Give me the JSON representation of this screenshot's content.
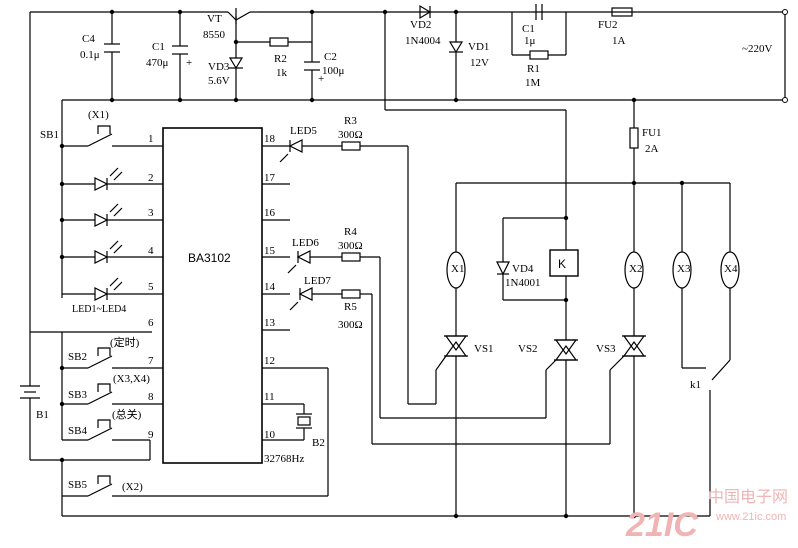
{
  "ic": {
    "name": "BA3102",
    "pins_left": [
      "1",
      "2",
      "3",
      "4",
      "5",
      "6",
      "7",
      "8",
      "9"
    ],
    "pins_right": [
      "18",
      "17",
      "16",
      "15",
      "14",
      "13",
      "12",
      "11",
      "10"
    ]
  },
  "supply": {
    "ac": "~220V",
    "fu2_name": "FU2",
    "fu2_val": "1A",
    "fu1_name": "FU1",
    "fu1_val": "2A"
  },
  "caps": {
    "c4": {
      "name": "C4",
      "val": "0.1μ"
    },
    "c1": {
      "name": "C1",
      "val": "470μ"
    },
    "c2": {
      "name": "C2",
      "val": "100μ"
    },
    "c1b": {
      "name": "C1",
      "val": "1μ"
    }
  },
  "vt": {
    "name": "VT",
    "val": "8550"
  },
  "r": {
    "r2": {
      "name": "R2",
      "val": "1k"
    },
    "r1": {
      "name": "R1",
      "val": "1M"
    },
    "r3": {
      "name": "R3",
      "val": "300Ω"
    },
    "r4": {
      "name": "R4",
      "val": "300Ω"
    },
    "r5": {
      "name": "R5",
      "val": "300Ω"
    }
  },
  "diodes": {
    "vd3": {
      "name": "VD3",
      "val": "5.6V"
    },
    "vd2": {
      "name": "VD2",
      "val": "1N4004"
    },
    "vd1": {
      "name": "VD1",
      "val": "12V"
    },
    "vd4": {
      "name": "VD4",
      "val": "1N4001"
    }
  },
  "leds": {
    "led5": "LED5",
    "led6": "LED6",
    "led7": "LED7",
    "group": "LED1~LED4"
  },
  "switches": {
    "sb1": "SB1",
    "sb1_tag": "(X1)",
    "sb2": "SB2",
    "sb2_tag": "(定时)",
    "sb3": "SB3",
    "sb3_tag": "(X3,X4)",
    "sb4": "SB4",
    "sb4_tag": "(总关)",
    "sb5": "SB5",
    "sb5_tag": "(X2)",
    "k1": "k1"
  },
  "battery": "B1",
  "crystal": {
    "name": "B2",
    "val": "32768Hz"
  },
  "relay": "K",
  "triacs": {
    "vs1": "VS1",
    "vs2": "VS2",
    "vs3": "VS3"
  },
  "loads": {
    "x1": "X1",
    "x2": "X2",
    "x3": "X3",
    "x4": "X4"
  },
  "watermark": {
    "logo": "21IC",
    "text": "中国电子网",
    "url": "www.21ic.com"
  }
}
